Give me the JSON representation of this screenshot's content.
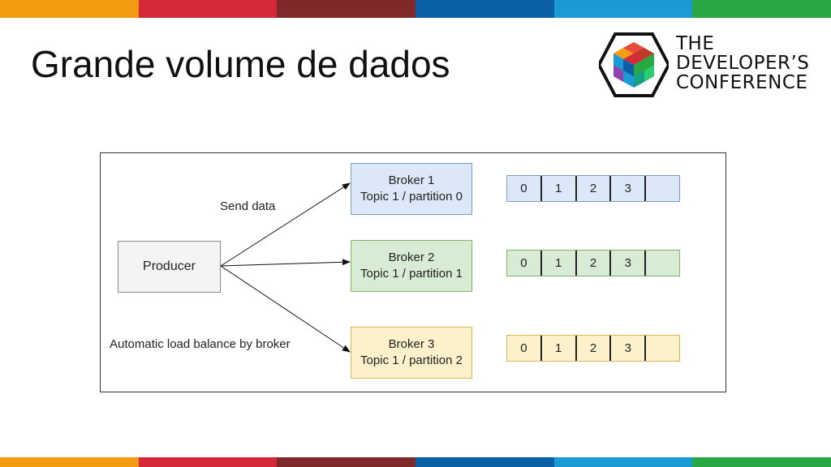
{
  "slide": {
    "title": "Grande volume de dados",
    "stripe_colors": [
      "#f39c12",
      "#d62839",
      "#7f2a2a",
      "#0b5fa5",
      "#1a9ad6",
      "#27a844"
    ]
  },
  "logo": {
    "line1": "THE",
    "line2": "DEVELOPER’S",
    "line3": "CONFERENCE"
  },
  "diagram": {
    "producer_label": "Producer",
    "send_label": "Send data",
    "balance_label": "Automatic load balance by broker",
    "brokers": [
      {
        "name": "Broker 1",
        "topic": "Topic 1 / partition 0",
        "fill": "#dce8f8",
        "partitions": [
          "0",
          "1",
          "2",
          "3",
          ""
        ]
      },
      {
        "name": "Broker 2",
        "topic": "Topic 1 / partition 1",
        "fill": "#d8ebd4",
        "partitions": [
          "0",
          "1",
          "2",
          "3",
          ""
        ]
      },
      {
        "name": "Broker 3",
        "topic": "Topic 1 / partition 2",
        "fill": "#fdf1cc",
        "partitions": [
          "0",
          "1",
          "2",
          "3",
          ""
        ]
      }
    ]
  }
}
